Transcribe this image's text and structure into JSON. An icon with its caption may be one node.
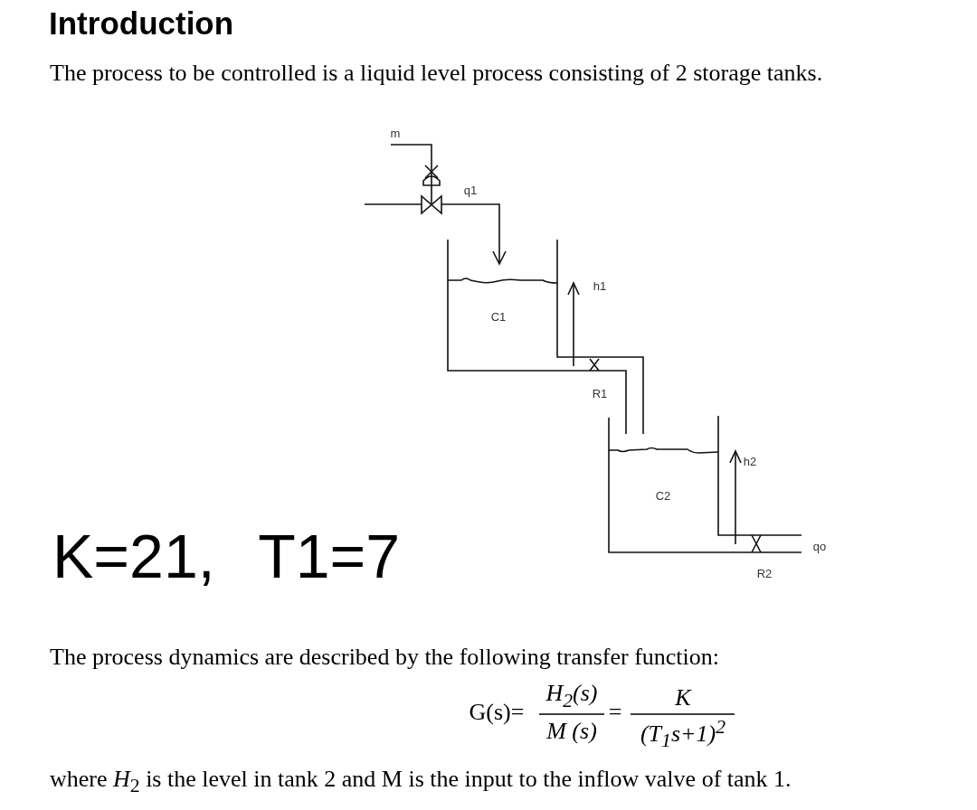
{
  "diagram": {
    "title": "Introduction",
    "labels": [
      "The process to be controlled is a liquid level process consisting of 2 storage tanks.",
      "m",
      "q1",
      "h1",
      "C1",
      "R1",
      "h2",
      "C2",
      "K=21, T1=7",
      "qo",
      "R2",
      "The process dynamics are described by the following transfer function:",
      "G(s)=",
      "H$_{2}$(s)",
      "M (s)",
      "=",
      "K",
      "(T$_{1}$s+1)$^{2}$",
      "where *H*$_{2}$ is the level in tank 2 and M is the input to the inflow valve of tank 1."
    ]
  }
}
